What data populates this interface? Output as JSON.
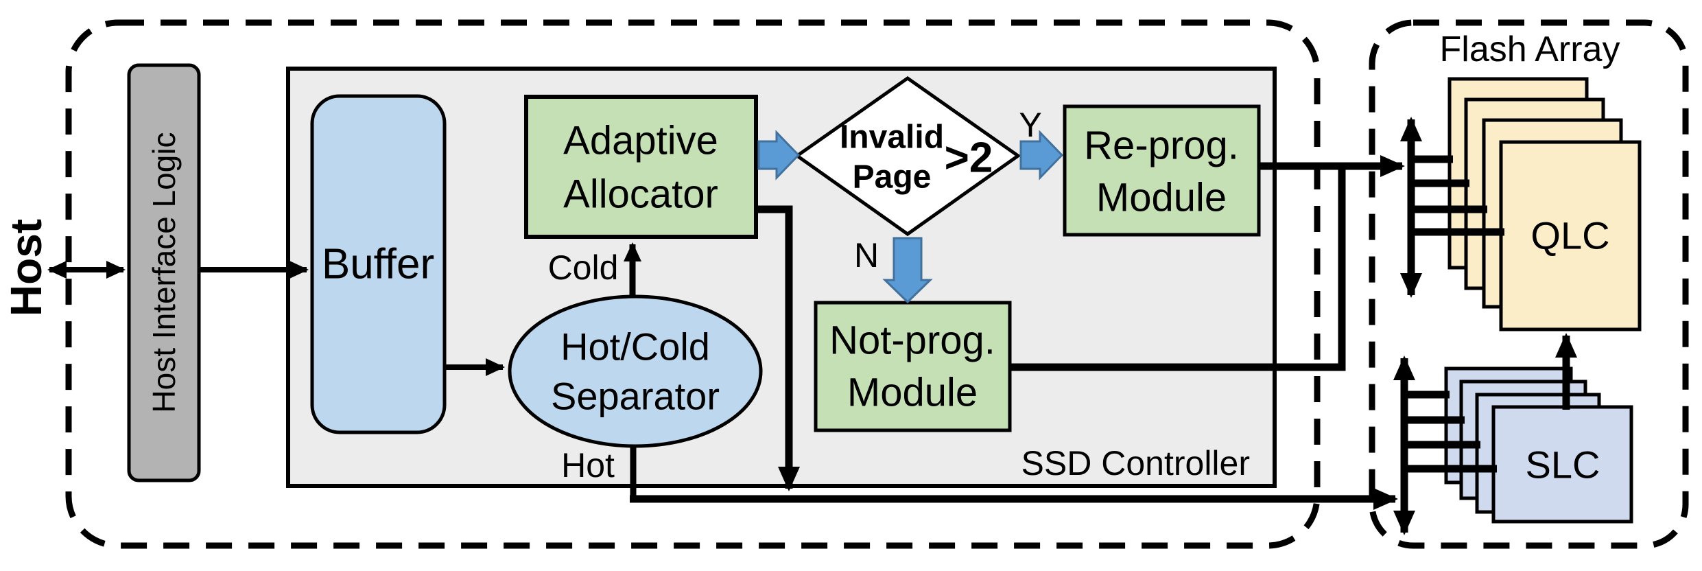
{
  "labels": {
    "host": "Host",
    "host_interface_logic": "Host Interface Logic",
    "buffer": "Buffer",
    "separator_line1": "Hot/Cold",
    "separator_line2": "Separator",
    "allocator_line1": "Adaptive",
    "allocator_line2": "Allocator",
    "decision_line1": "Invalid",
    "decision_line2": "Page",
    "decision_condition": ">2",
    "branch_yes": "Y",
    "branch_no": "N",
    "cold": "Cold",
    "hot": "Hot",
    "reprog_line1": "Re-prog.",
    "reprog_line2": "Module",
    "notprog_line1": "Not-prog.",
    "notprog_line2": "Module",
    "ssd_controller": "SSD Controller",
    "flash_array": "Flash Array",
    "qlc": "QLC",
    "slc": "SLC"
  },
  "colors": {
    "module_green": "#C5E0B4",
    "light_blue": "#BDD7EE",
    "hil_gray": "#B3B3B3",
    "controller_bg": "#ECECEC",
    "qlc_page": "#FBEDC7",
    "slc_page": "#CFDAEE",
    "diamond_fill": "#FFFFFF",
    "flow_arrow": "#5B9BD5",
    "flow_arrow_border": "#41719C",
    "line": "#000000"
  }
}
